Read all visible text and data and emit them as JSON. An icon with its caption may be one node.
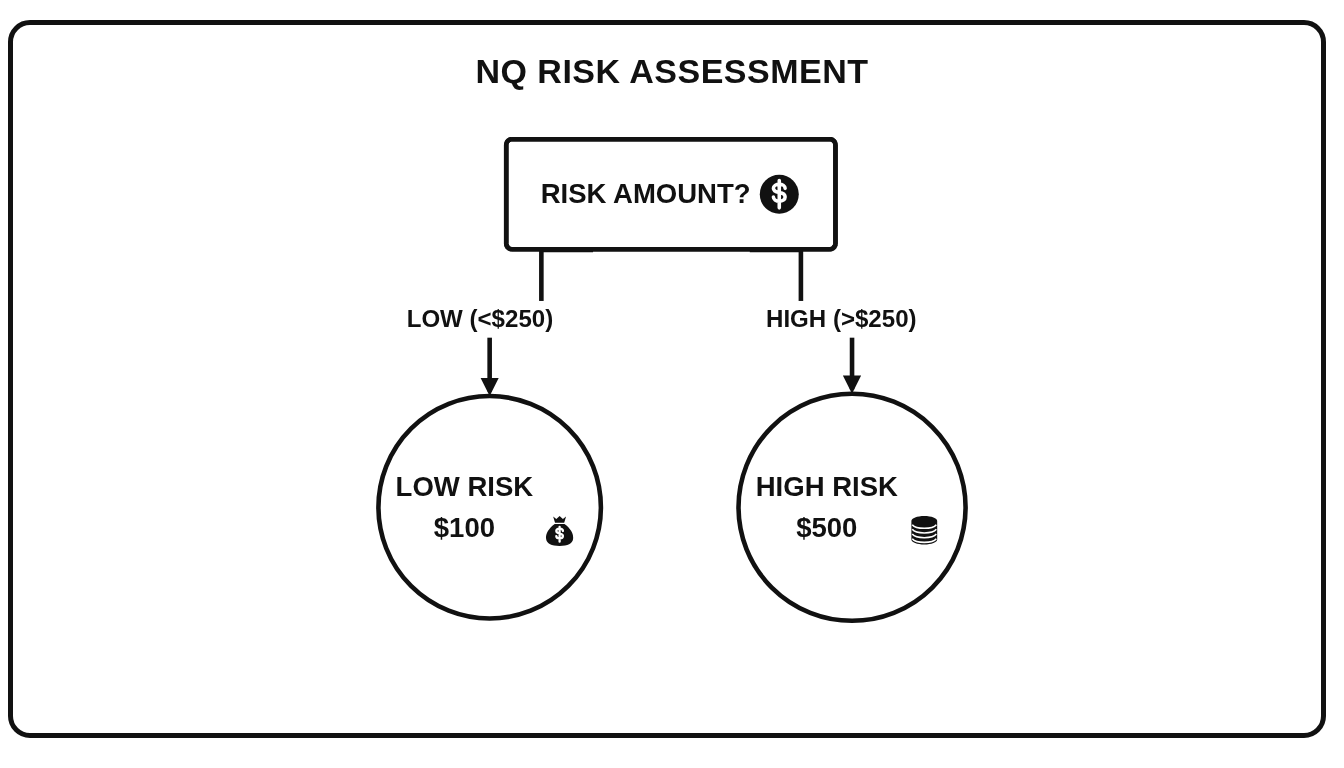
{
  "diagram": {
    "title": "NQ RISK ASSESSMENT",
    "nodes": [
      {
        "text": [
          "RISK AMOUNT?"
        ]
      },
      {
        "text": [
          "LOW RISK",
          "$100"
        ]
      },
      {
        "text": [
          "HIGH RISK",
          "$500"
        ]
      }
    ],
    "edges": [
      {
        "from": 0,
        "to": 1,
        "arrow": "to",
        "label": "LOW (<$250)"
      },
      {
        "from": 0,
        "to": 2,
        "arrow": "to",
        "label": "HIGH (>$250)"
      }
    ]
  }
}
